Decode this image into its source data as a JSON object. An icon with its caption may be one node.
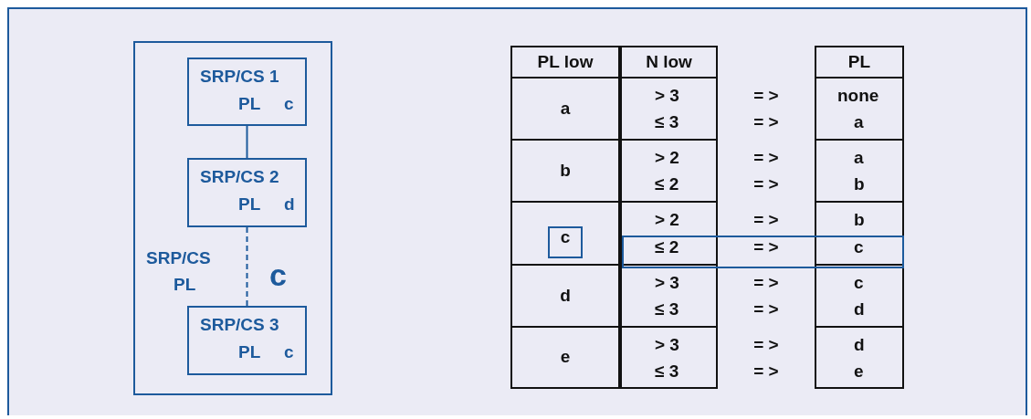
{
  "diagram": {
    "nodes": [
      {
        "text": [],
        "shape": "box"
      },
      {
        "text": [
          "SRP/CS 1",
          "PL",
          "c"
        ],
        "in": 0
      },
      {
        "text": [
          "SRP/CS 2",
          "PL",
          "d"
        ],
        "in": 0
      },
      {
        "text": [
          "SRP/CS 3",
          "PL",
          "c"
        ],
        "in": 0
      }
    ],
    "edges": [
      {
        "from": 1,
        "to": 2,
        "arrow": "none"
      },
      {
        "from": 2,
        "to": 3,
        "arrow": "none",
        "style": "dashed"
      }
    ],
    "labels": [
      "SRP/CS",
      "PL",
      "c",
      "PL low",
      "N low",
      "PL",
      "a",
      "> 3",
      "= >",
      "none",
      "≤ 3",
      "= >",
      "a",
      "b",
      "> 2",
      "= >",
      "a",
      "≤ 2",
      "= >",
      "b",
      "c",
      "> 2",
      "= >",
      "b",
      "≤ 2",
      "= >",
      "c",
      "d",
      "> 3",
      "= >",
      "c",
      "≤ 3",
      "= >",
      "d",
      "e",
      "> 3",
      "= >",
      "d",
      "≤ 3",
      "= >",
      "e"
    ]
  }
}
